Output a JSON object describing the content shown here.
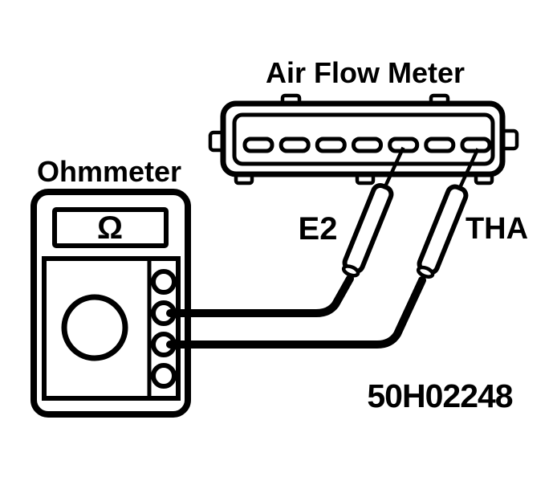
{
  "figure": {
    "title": "Air Flow Meter",
    "figure_number": "50H02248"
  },
  "ohmmeter": {
    "label": "Ohmmeter",
    "display_symbol": "Ω",
    "terminal_count": 4
  },
  "connector": {
    "pin_count": 7
  },
  "probes": [
    {
      "label": "E2",
      "pin_index": 5
    },
    {
      "label": "THA",
      "pin_index": 7
    }
  ],
  "colors": {
    "ink": "#000000",
    "paper": "#ffffff"
  }
}
